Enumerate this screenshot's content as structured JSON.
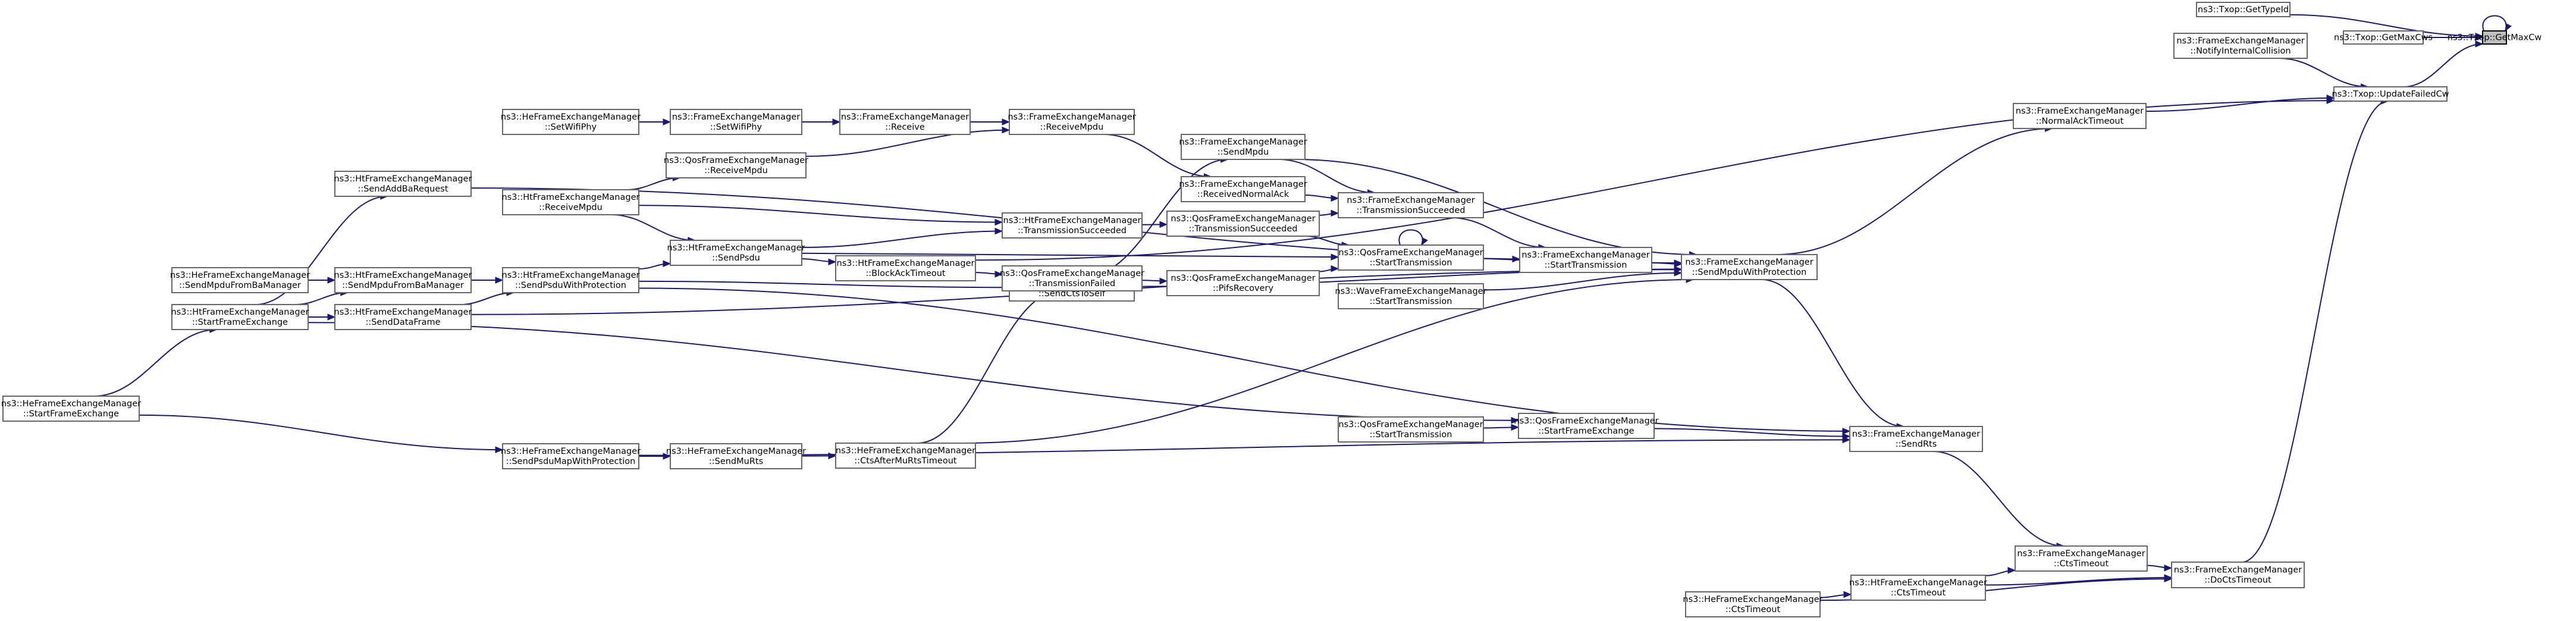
{
  "diagram": {
    "nodes": [
      {
        "id": "getmaxcw",
        "lines": [
          "ns3::Txop::GetMaxCw"
        ],
        "highlight": true
      },
      {
        "id": "gettypeid",
        "lines": [
          "ns3::Txop::GetTypeId"
        ]
      },
      {
        "id": "getmaxcws",
        "lines": [
          "ns3::Txop::GetMaxCws"
        ]
      },
      {
        "id": "notifyinternalcollision",
        "lines": [
          "ns3::FrameExchangeManager",
          "::NotifyInternalCollision"
        ]
      },
      {
        "id": "updatefailedcw",
        "lines": [
          "ns3::Txop::UpdateFailedCw"
        ]
      },
      {
        "id": "normalacktimeout",
        "lines": [
          "ns3::FrameExchangeManager",
          "::NormalAckTimeout"
        ]
      },
      {
        "id": "docctstimeout",
        "lines": [
          "ns3::FrameExchangeManager",
          "::DoCtsTimeout"
        ]
      },
      {
        "id": "ctstimeout_fem",
        "lines": [
          "ns3::FrameExchangeManager",
          "::CtsTimeout"
        ]
      },
      {
        "id": "ctstimeout_ht",
        "lines": [
          "ns3::HtFrameExchangeManager",
          "::CtsTimeout"
        ]
      },
      {
        "id": "ctstimeout_he",
        "lines": [
          "ns3::HeFrameExchangeManager",
          "::CtsTimeout"
        ]
      },
      {
        "id": "sendrts",
        "lines": [
          "ns3::FrameExchangeManager",
          "::SendRts"
        ]
      },
      {
        "id": "sendmpduwithprotection",
        "lines": [
          "ns3::FrameExchangeManager",
          "::SendMpduWithProtection"
        ]
      },
      {
        "id": "starttransmission_fem",
        "lines": [
          "ns3::FrameExchangeManager",
          "::StartTransmission"
        ]
      },
      {
        "id": "starttransmission_qos",
        "lines": [
          "ns3::QosFrameExchangeManager",
          "::StartTransmission"
        ]
      },
      {
        "id": "starttransmission_wave",
        "lines": [
          "ns3::WaveFrameExchangeManager",
          "::StartTransmission"
        ]
      },
      {
        "id": "transmissionsucceeded_fem",
        "lines": [
          "ns3::FrameExchangeManager",
          "::TransmissionSucceeded"
        ]
      },
      {
        "id": "sendmpdu",
        "lines": [
          "ns3::FrameExchangeManager",
          "::SendMpdu"
        ]
      },
      {
        "id": "receivednormalack",
        "lines": [
          "ns3::FrameExchangeManager",
          "::ReceivedNormalAck"
        ]
      },
      {
        "id": "transmissionsucceeded_qos",
        "lines": [
          "ns3::QosFrameExchangeManager",
          "::TransmissionSucceeded"
        ]
      },
      {
        "id": "pifsrecovery",
        "lines": [
          "ns3::QosFrameExchangeManager",
          "::PifsRecovery"
        ]
      },
      {
        "id": "startframeexchange_qos",
        "lines": [
          "ns3::QosFrameExchangeManager",
          "::StartFrameExchange"
        ]
      },
      {
        "id": "starttransmission_qos2",
        "lines": [
          "ns3::QosFrameExchangeManager",
          "::StartTransmission"
        ]
      },
      {
        "id": "receivempdu_fem",
        "lines": [
          "ns3::FrameExchangeManager",
          "::ReceiveMpdu"
        ]
      },
      {
        "id": "sendctstoself",
        "lines": [
          "ns3::FrameExchangeManager",
          "::SendCtsToSelf"
        ]
      },
      {
        "id": "transmissionsucceeded_ht",
        "lines": [
          "ns3::HtFrameExchangeManager",
          "::TransmissionSucceeded"
        ]
      },
      {
        "id": "transmissionfailed_qos",
        "lines": [
          "ns3::QosFrameExchangeManager",
          "::TransmissionFailed"
        ]
      },
      {
        "id": "blockacktimeout",
        "lines": [
          "ns3::HtFrameExchangeManager",
          "::BlockAckTimeout"
        ]
      },
      {
        "id": "ctsaftermuRtstimeout",
        "lines": [
          "ns3::HeFrameExchangeManager",
          "::CtsAfterMuRtsTimeout"
        ]
      },
      {
        "id": "receive_fem",
        "lines": [
          "ns3::FrameExchangeManager",
          "::Receive"
        ]
      },
      {
        "id": "setwifiphy_fem",
        "lines": [
          "ns3::FrameExchangeManager",
          "::SetWifiPhy"
        ]
      },
      {
        "id": "setwifiphy_he",
        "lines": [
          "ns3::HeFrameExchangeManager",
          "::SetWifiPhy"
        ]
      },
      {
        "id": "receivempdu_qos",
        "lines": [
          "ns3::QosFrameExchangeManager",
          "::ReceiveMpdu"
        ]
      },
      {
        "id": "sendpsdu_ht",
        "lines": [
          "ns3::HtFrameExchangeManager",
          "::SendPsdu"
        ]
      },
      {
        "id": "receivempdu_ht",
        "lines": [
          "ns3::HtFrameExchangeManager",
          "::ReceiveMpdu"
        ]
      },
      {
        "id": "sendaddbarequest",
        "lines": [
          "ns3::HtFrameExchangeManager",
          "::SendAddBaRequest"
        ]
      },
      {
        "id": "sendpsduwithprotection",
        "lines": [
          "ns3::HtFrameExchangeManager",
          "::SendPsduWithProtection"
        ]
      },
      {
        "id": "senddataframe",
        "lines": [
          "ns3::HtFrameExchangeManager",
          "::SendDataFrame"
        ]
      },
      {
        "id": "sendmpdufrombamanager_ht",
        "lines": [
          "ns3::HtFrameExchangeManager",
          "::SendMpduFromBaManager"
        ]
      },
      {
        "id": "sendmpdufrombamanager_he",
        "lines": [
          "ns3::HeFrameExchangeManager",
          "::SendMpduFromBaManager"
        ]
      },
      {
        "id": "startframeexchange_ht",
        "lines": [
          "ns3::HtFrameExchangeManager",
          "::StartFrameExchange"
        ]
      },
      {
        "id": "startframeexchange_he",
        "lines": [
          "ns3::HeFrameExchangeManager",
          "::StartFrameExchange"
        ]
      },
      {
        "id": "sendmurts",
        "lines": [
          "ns3::HeFrameExchangeManager",
          "::SendMuRts"
        ]
      },
      {
        "id": "sendpsdumapwithprotection",
        "lines": [
          "ns3::HeFrameExchangeManager",
          "::SendPsduMapWithProtection"
        ]
      }
    ],
    "edges": [
      [
        "getmaxcw",
        "getmaxcw"
      ],
      [
        "gettypeid",
        "getmaxcw"
      ],
      [
        "getmaxcws",
        "getmaxcw"
      ],
      [
        "updatefailedcw",
        "getmaxcw"
      ],
      [
        "notifyinternalcollision",
        "updatefailedcw"
      ],
      [
        "normalacktimeout",
        "updatefailedcw"
      ],
      [
        "docctstimeout",
        "updatefailedcw"
      ],
      [
        "sendmpduwithprotection",
        "normalacktimeout"
      ],
      [
        "blockacktimeout",
        "updatefailedcw"
      ],
      [
        "ctstimeout_fem",
        "docctstimeout"
      ],
      [
        "ctstimeout_ht",
        "docctstimeout"
      ],
      [
        "ctstimeout_he",
        "docctstimeout"
      ],
      [
        "ctstimeout_he",
        "ctstimeout_ht"
      ],
      [
        "ctstimeout_ht",
        "ctstimeout_fem"
      ],
      [
        "sendrts",
        "ctstimeout_fem"
      ],
      [
        "sendmpduwithprotection",
        "sendrts"
      ],
      [
        "startframeexchange_qos",
        "sendrts"
      ],
      [
        "sendpsdumapwithprotection",
        "sendrts"
      ],
      [
        "sendpsduwithprotection",
        "sendrts"
      ],
      [
        "starttransmission_fem",
        "sendmpduwithprotection"
      ],
      [
        "starttransmission_wave",
        "sendmpduwithprotection"
      ],
      [
        "sendmpdu",
        "sendmpduwithprotection"
      ],
      [
        "sendctstoself",
        "sendmpduwithprotection"
      ],
      [
        "sendaddbarequest",
        "sendmpduwithprotection"
      ],
      [
        "senddataframe",
        "sendmpduwithprotection"
      ],
      [
        "ctsaftermuRtstimeout",
        "sendmpduwithprotection"
      ],
      [
        "starttransmission_qos",
        "starttransmission_fem"
      ],
      [
        "transmissionsucceeded_fem",
        "starttransmission_fem"
      ],
      [
        "starttransmission_qos",
        "starttransmission_qos"
      ],
      [
        "pifsrecovery",
        "starttransmission_qos"
      ],
      [
        "transmissionsucceeded_qos",
        "starttransmission_qos"
      ],
      [
        "sendpsdu_ht",
        "starttransmission_qos"
      ],
      [
        "sendmpdu",
        "transmissionsucceeded_fem"
      ],
      [
        "receivednormalack",
        "transmissionsucceeded_fem"
      ],
      [
        "transmissionsucceeded_qos",
        "transmissionsucceeded_fem"
      ],
      [
        "receivempdu_fem",
        "receivednormalack"
      ],
      [
        "sendctstoself",
        "sendmpdu"
      ],
      [
        "transmissionsucceeded_ht",
        "transmissionsucceeded_qos"
      ],
      [
        "transmissionfailed_qos",
        "pifsrecovery"
      ],
      [
        "starttransmission_qos2",
        "startframeexchange_qos"
      ],
      [
        "receive_fem",
        "receivempdu_fem"
      ],
      [
        "receivempdu_qos",
        "receivempdu_fem"
      ],
      [
        "transmissionfailed_qos",
        "sendctstoself"
      ],
      [
        "sendpsduwithprotection",
        "sendctstoself"
      ],
      [
        "sendpsdu_ht",
        "transmissionsucceeded_ht"
      ],
      [
        "receivempdu_ht",
        "transmissionsucceeded_ht"
      ],
      [
        "blockacktimeout",
        "transmissionfailed_qos"
      ],
      [
        "ctsaftermuRtstimeout",
        "transmissionfailed_qos"
      ],
      [
        "sendpsdu_ht",
        "blockacktimeout"
      ],
      [
        "sendmurts",
        "ctsaftermuRtstimeout"
      ],
      [
        "setwifiphy_fem",
        "receive_fem"
      ],
      [
        "setwifiphy_he",
        "setwifiphy_fem"
      ],
      [
        "receivempdu_ht",
        "receivempdu_qos"
      ],
      [
        "receivempdu_ht",
        "sendpsdu_ht"
      ],
      [
        "sendpsduwithprotection",
        "sendpsdu_ht"
      ],
      [
        "startframeexchange_ht",
        "sendaddbarequest"
      ],
      [
        "senddataframe",
        "sendpsduwithprotection"
      ],
      [
        "sendmpdufrombamanager_ht",
        "sendpsduwithprotection"
      ],
      [
        "startframeexchange_ht",
        "sendmpdufrombamanager_ht"
      ],
      [
        "sendmpdufrombamanager_he",
        "sendmpdufrombamanager_ht"
      ],
      [
        "startframeexchange_ht",
        "senddataframe"
      ],
      [
        "startframeexchange_he",
        "startframeexchange_ht"
      ],
      [
        "startframeexchange_ht",
        "startframeexchange_qos"
      ],
      [
        "startframeexchange_he",
        "sendpsdumapwithprotection"
      ],
      [
        "sendpsdumapwithprotection",
        "sendmurts"
      ]
    ]
  }
}
